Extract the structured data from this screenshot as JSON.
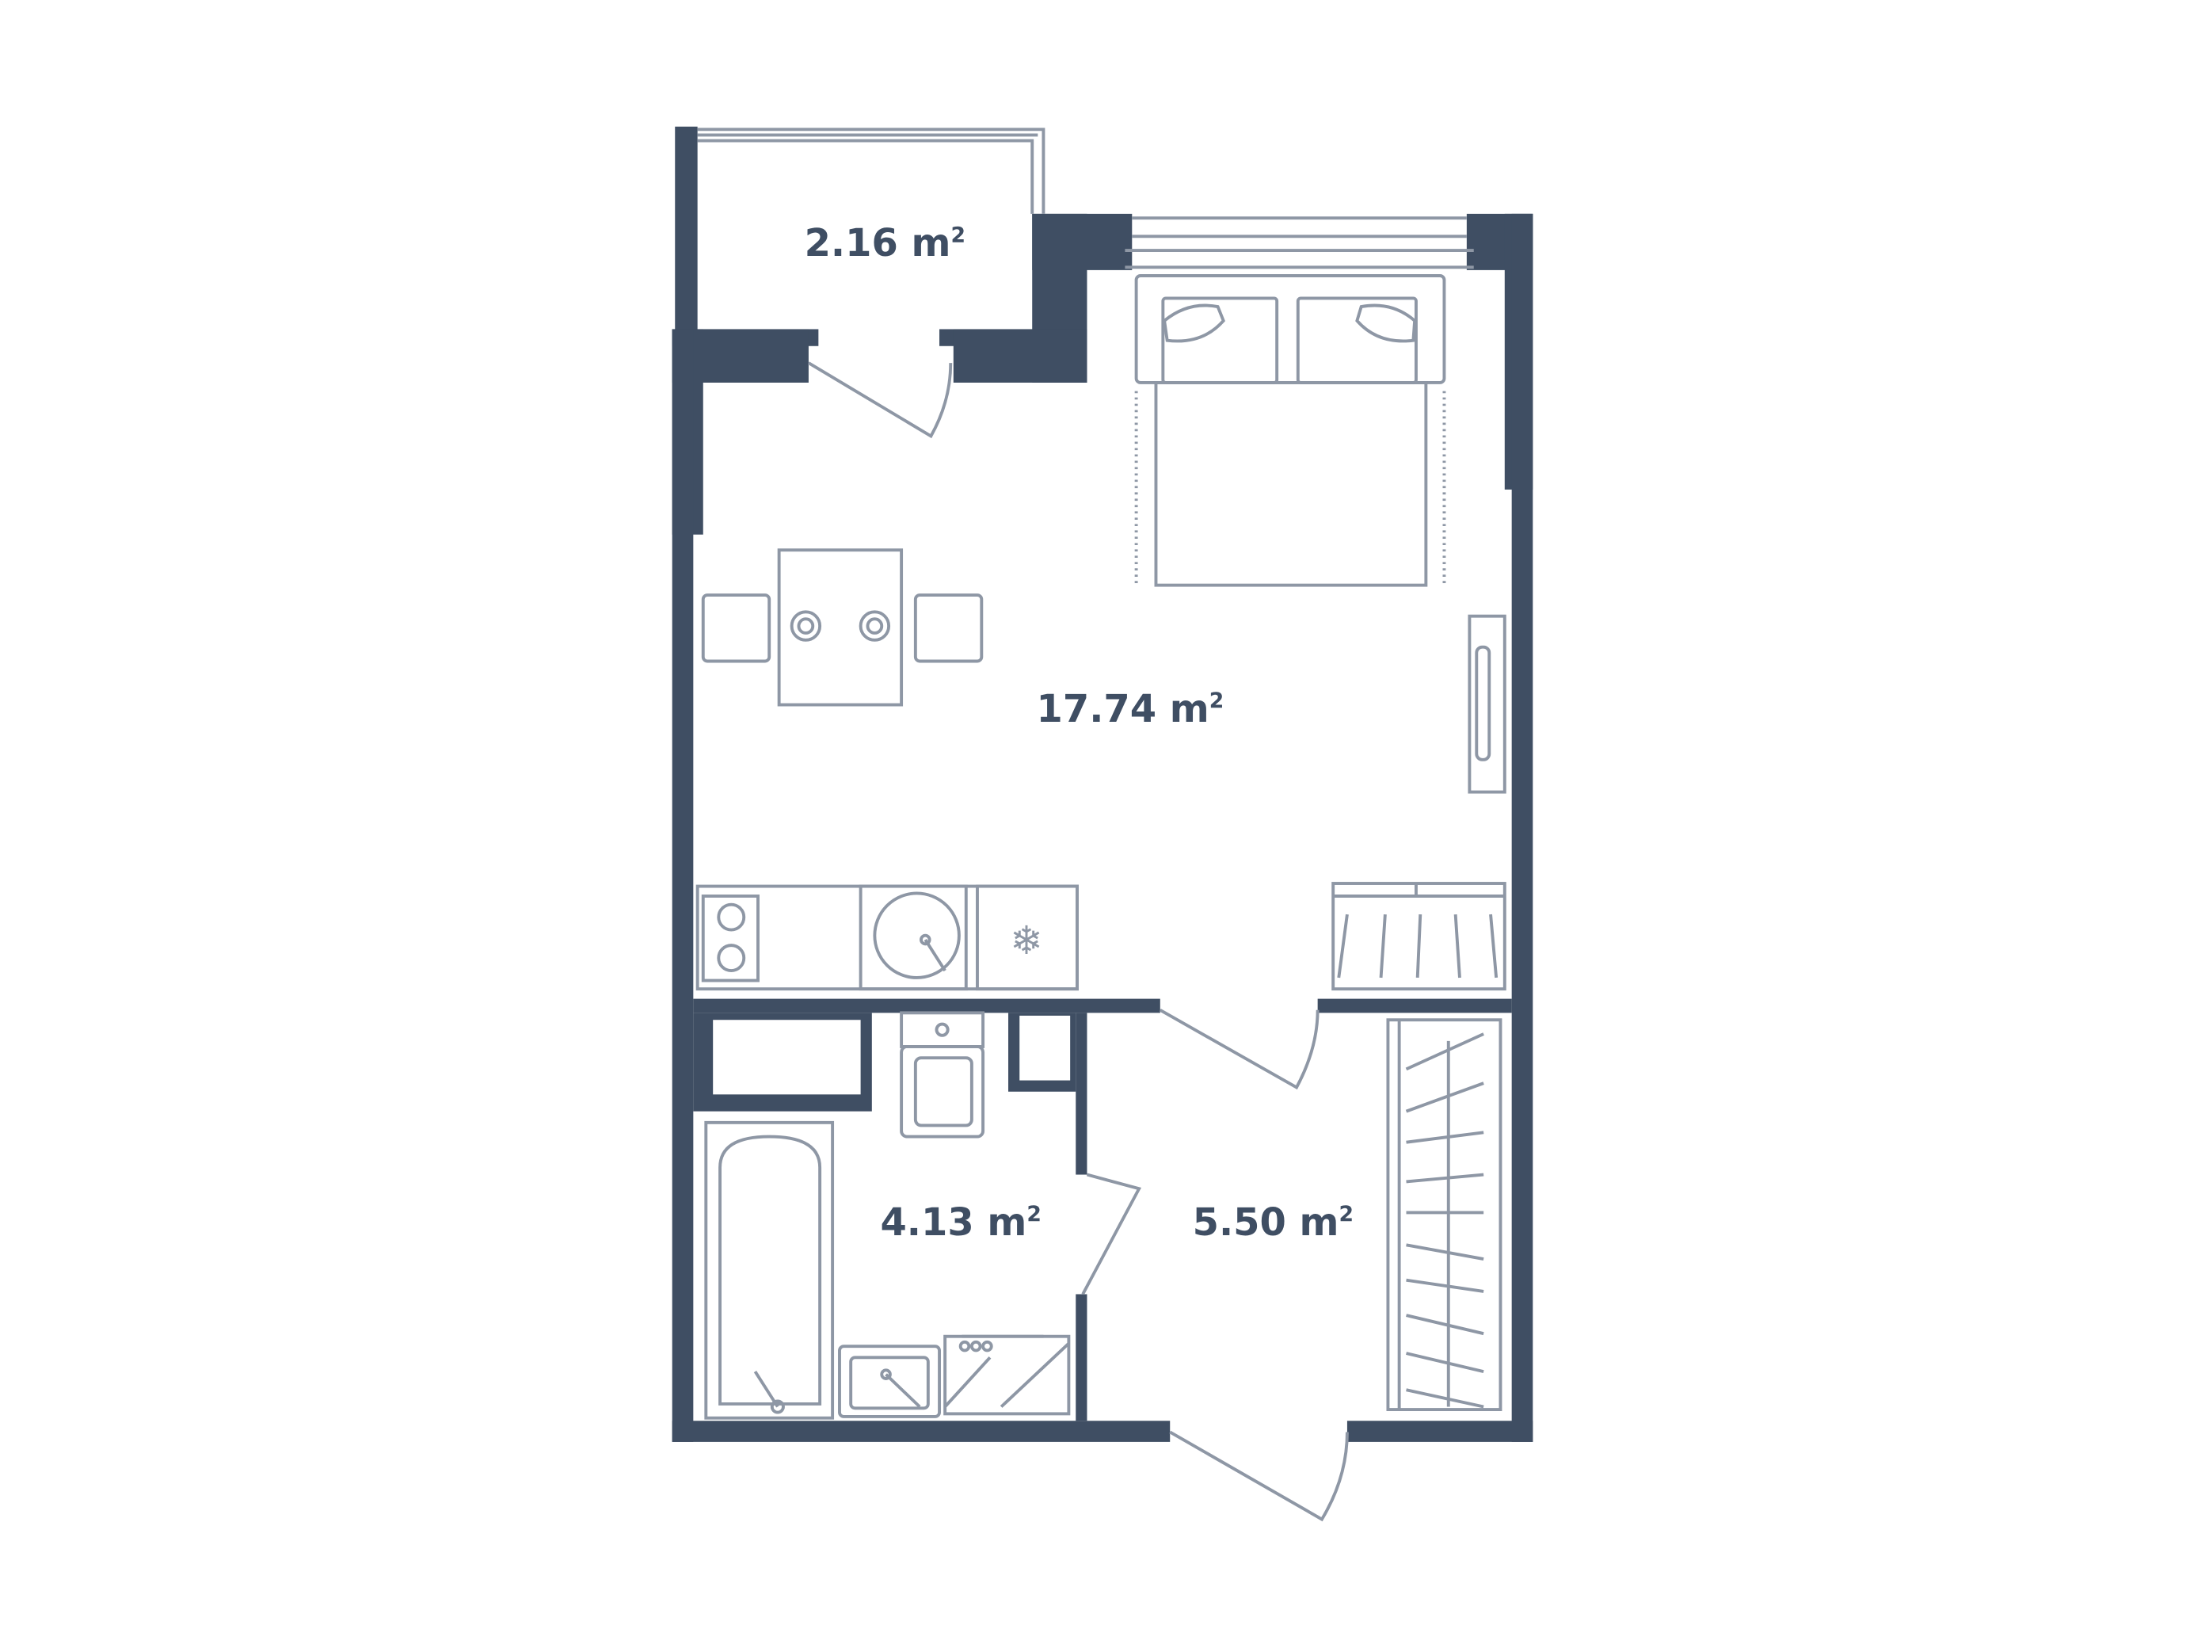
{
  "floorplan": {
    "rooms": [
      {
        "name": "balcony",
        "area": "2.16 m",
        "unit_sup": "2"
      },
      {
        "name": "living-room",
        "area": "17.74 m",
        "unit_sup": "2"
      },
      {
        "name": "bathroom",
        "area": "4.13 m",
        "unit_sup": "2"
      },
      {
        "name": "hallway",
        "area": "5.50 m",
        "unit_sup": "2"
      }
    ],
    "colors": {
      "wall": "#3f4e63",
      "furniture": "#8e97a5"
    }
  }
}
